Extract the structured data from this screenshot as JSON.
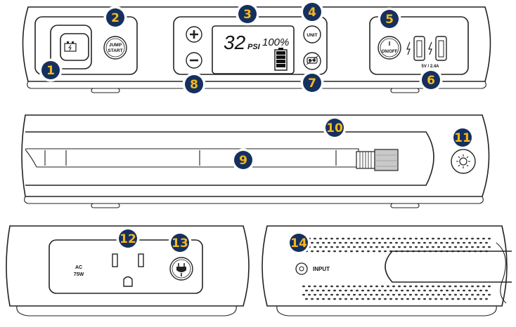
{
  "front_panel": {
    "jump_start_label_line1": "JUMP",
    "jump_start_label_line2": "START",
    "lcd_pressure_value": "32",
    "lcd_pressure_unit": "PSI",
    "lcd_battery_percent": "100%",
    "unit_button_label": "UNIT",
    "power_button_label": "ON/OFF",
    "usb_rating": "5V / 2.4A"
  },
  "ac_side": {
    "ac_label_line1": "AC",
    "ac_label_line2": "75W"
  },
  "input_side": {
    "input_label": "INPUT"
  },
  "callouts": [
    {
      "number": "1"
    },
    {
      "number": "2"
    },
    {
      "number": "3"
    },
    {
      "number": "4"
    },
    {
      "number": "5"
    },
    {
      "number": "6"
    },
    {
      "number": "7"
    },
    {
      "number": "8"
    },
    {
      "number": "9"
    },
    {
      "number": "10"
    },
    {
      "number": "11"
    },
    {
      "number": "12"
    },
    {
      "number": "13"
    },
    {
      "number": "14"
    }
  ],
  "colors": {
    "badge_fill": "#15305e",
    "badge_text": "#f6b81b",
    "line": "#222222"
  }
}
